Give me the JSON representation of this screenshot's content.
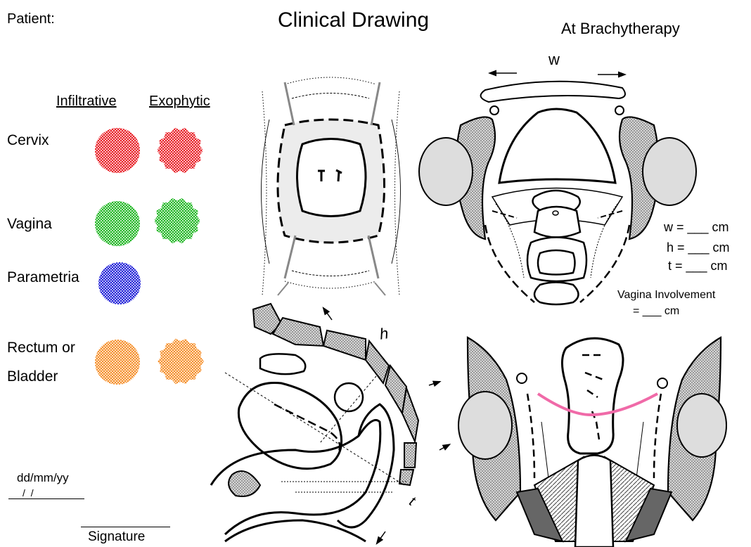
{
  "header": {
    "patient_label": "Patient:",
    "title": "Clinical Drawing",
    "subtitle": "At Brachytherapy"
  },
  "legend": {
    "col_infiltrative": "Infiltrative",
    "col_exophytic": "Exophytic",
    "rows": [
      {
        "label": "Cervix",
        "color": "#e8141c"
      },
      {
        "label": "Vagina",
        "color": "#16b41a"
      },
      {
        "label": "Parametria",
        "color": "#1616d6"
      },
      {
        "label_line1": "Rectum or",
        "label_line2": "Bladder",
        "color": "#f58a20"
      }
    ]
  },
  "measurements": {
    "w_label": "w",
    "h_label": "h",
    "t_label": "t",
    "w": "w = ___ cm",
    "h": "h = ___ cm",
    "t": "t  = ___ cm",
    "vagina_line1": "Vagina Involvement",
    "vagina_line2": "= ___ cm"
  },
  "footer": {
    "date_label": "dd/mm/yy",
    "date_value": "/   /",
    "signature_label": "Signature"
  },
  "colors": {
    "tissue_fill": "#d9d9d9",
    "cervix_fill": "#ececec",
    "pink": "#f06aa8"
  }
}
